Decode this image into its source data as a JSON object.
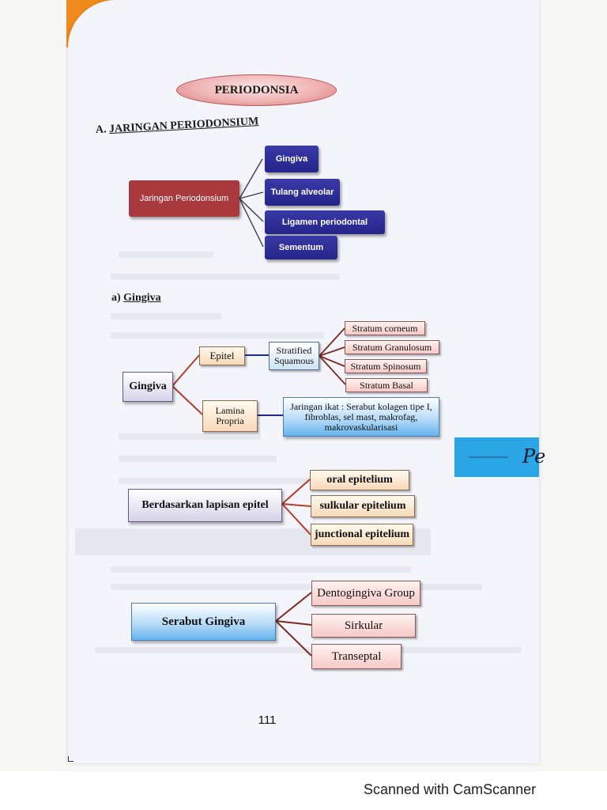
{
  "page": {
    "title": "PERIODONSIA",
    "section_a": {
      "label": "A.",
      "title": "JARINGAN PERIODONSIUM"
    },
    "section_a_sub": {
      "label": "a)",
      "title": "Gingiva"
    },
    "page_number": "111",
    "watermark": "Scanned with CamScanner",
    "sticky_note": "Pe"
  },
  "tree1": {
    "root": "Jaringan Periodonsium",
    "children": [
      "Gingiva",
      "Tulang alveolar",
      "Ligamen periodontal",
      "Sementum"
    ]
  },
  "tree2": {
    "root": "Gingiva",
    "epitel": "Epitel",
    "stratified": "Stratified Squamous",
    "strata": [
      "Stratum corneum",
      "Stratum Granulosum",
      "Stratum Spinosum",
      "Stratum Basal"
    ],
    "lamina": "Lamina Propria",
    "jaringan_ikat": "Jaringan ikat : Serabut kolagen tipe I, fibroblas, sel mast, makrofag, makrovaskularisasi"
  },
  "tree3": {
    "root": "Berdasarkan lapisan epitel",
    "children": [
      "oral epitelium",
      "sulkular epitelium",
      "junctional epitelium"
    ]
  },
  "tree4": {
    "root": "Serabut Gingiva",
    "children": [
      "Dentogingiva Group",
      "Sirkular",
      "Transeptal"
    ]
  },
  "colors": {
    "maroon": "#a8393c",
    "navy": "#2a2a92",
    "connector_red": "#b43a2a",
    "connector_blue": "#1f2a8c",
    "sticky_blue": "#2aa5e6",
    "orange": "#f08a1c"
  }
}
